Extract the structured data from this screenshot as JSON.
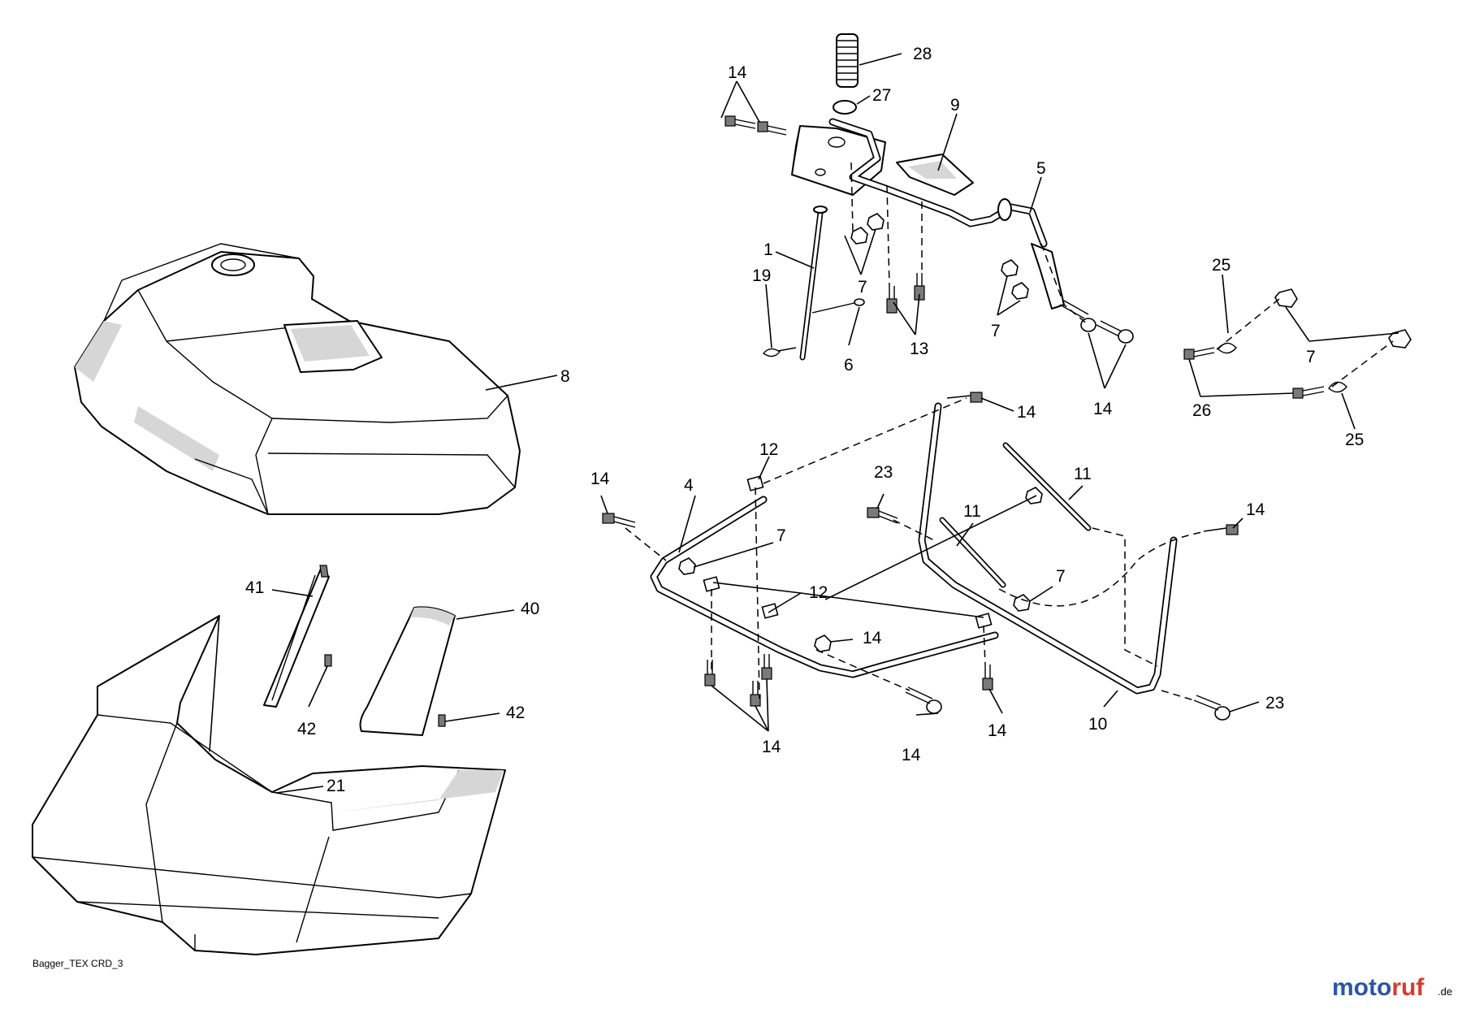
{
  "diagram": {
    "caption": "Bagger_TEX CRD_3",
    "callouts": [
      "28",
      "27",
      "14",
      "9",
      "5",
      "1",
      "19",
      "7",
      "6",
      "13",
      "7",
      "14",
      "25",
      "7",
      "26",
      "25",
      "8",
      "14",
      "12",
      "14",
      "23",
      "11",
      "11",
      "14",
      "4",
      "7",
      "12",
      "7",
      "41",
      "40",
      "42",
      "42",
      "14",
      "14",
      "14",
      "10",
      "23",
      "21"
    ]
  },
  "watermark": {
    "brand_a": "moto",
    "brand_b": "ruf",
    "suffix": ".de"
  }
}
